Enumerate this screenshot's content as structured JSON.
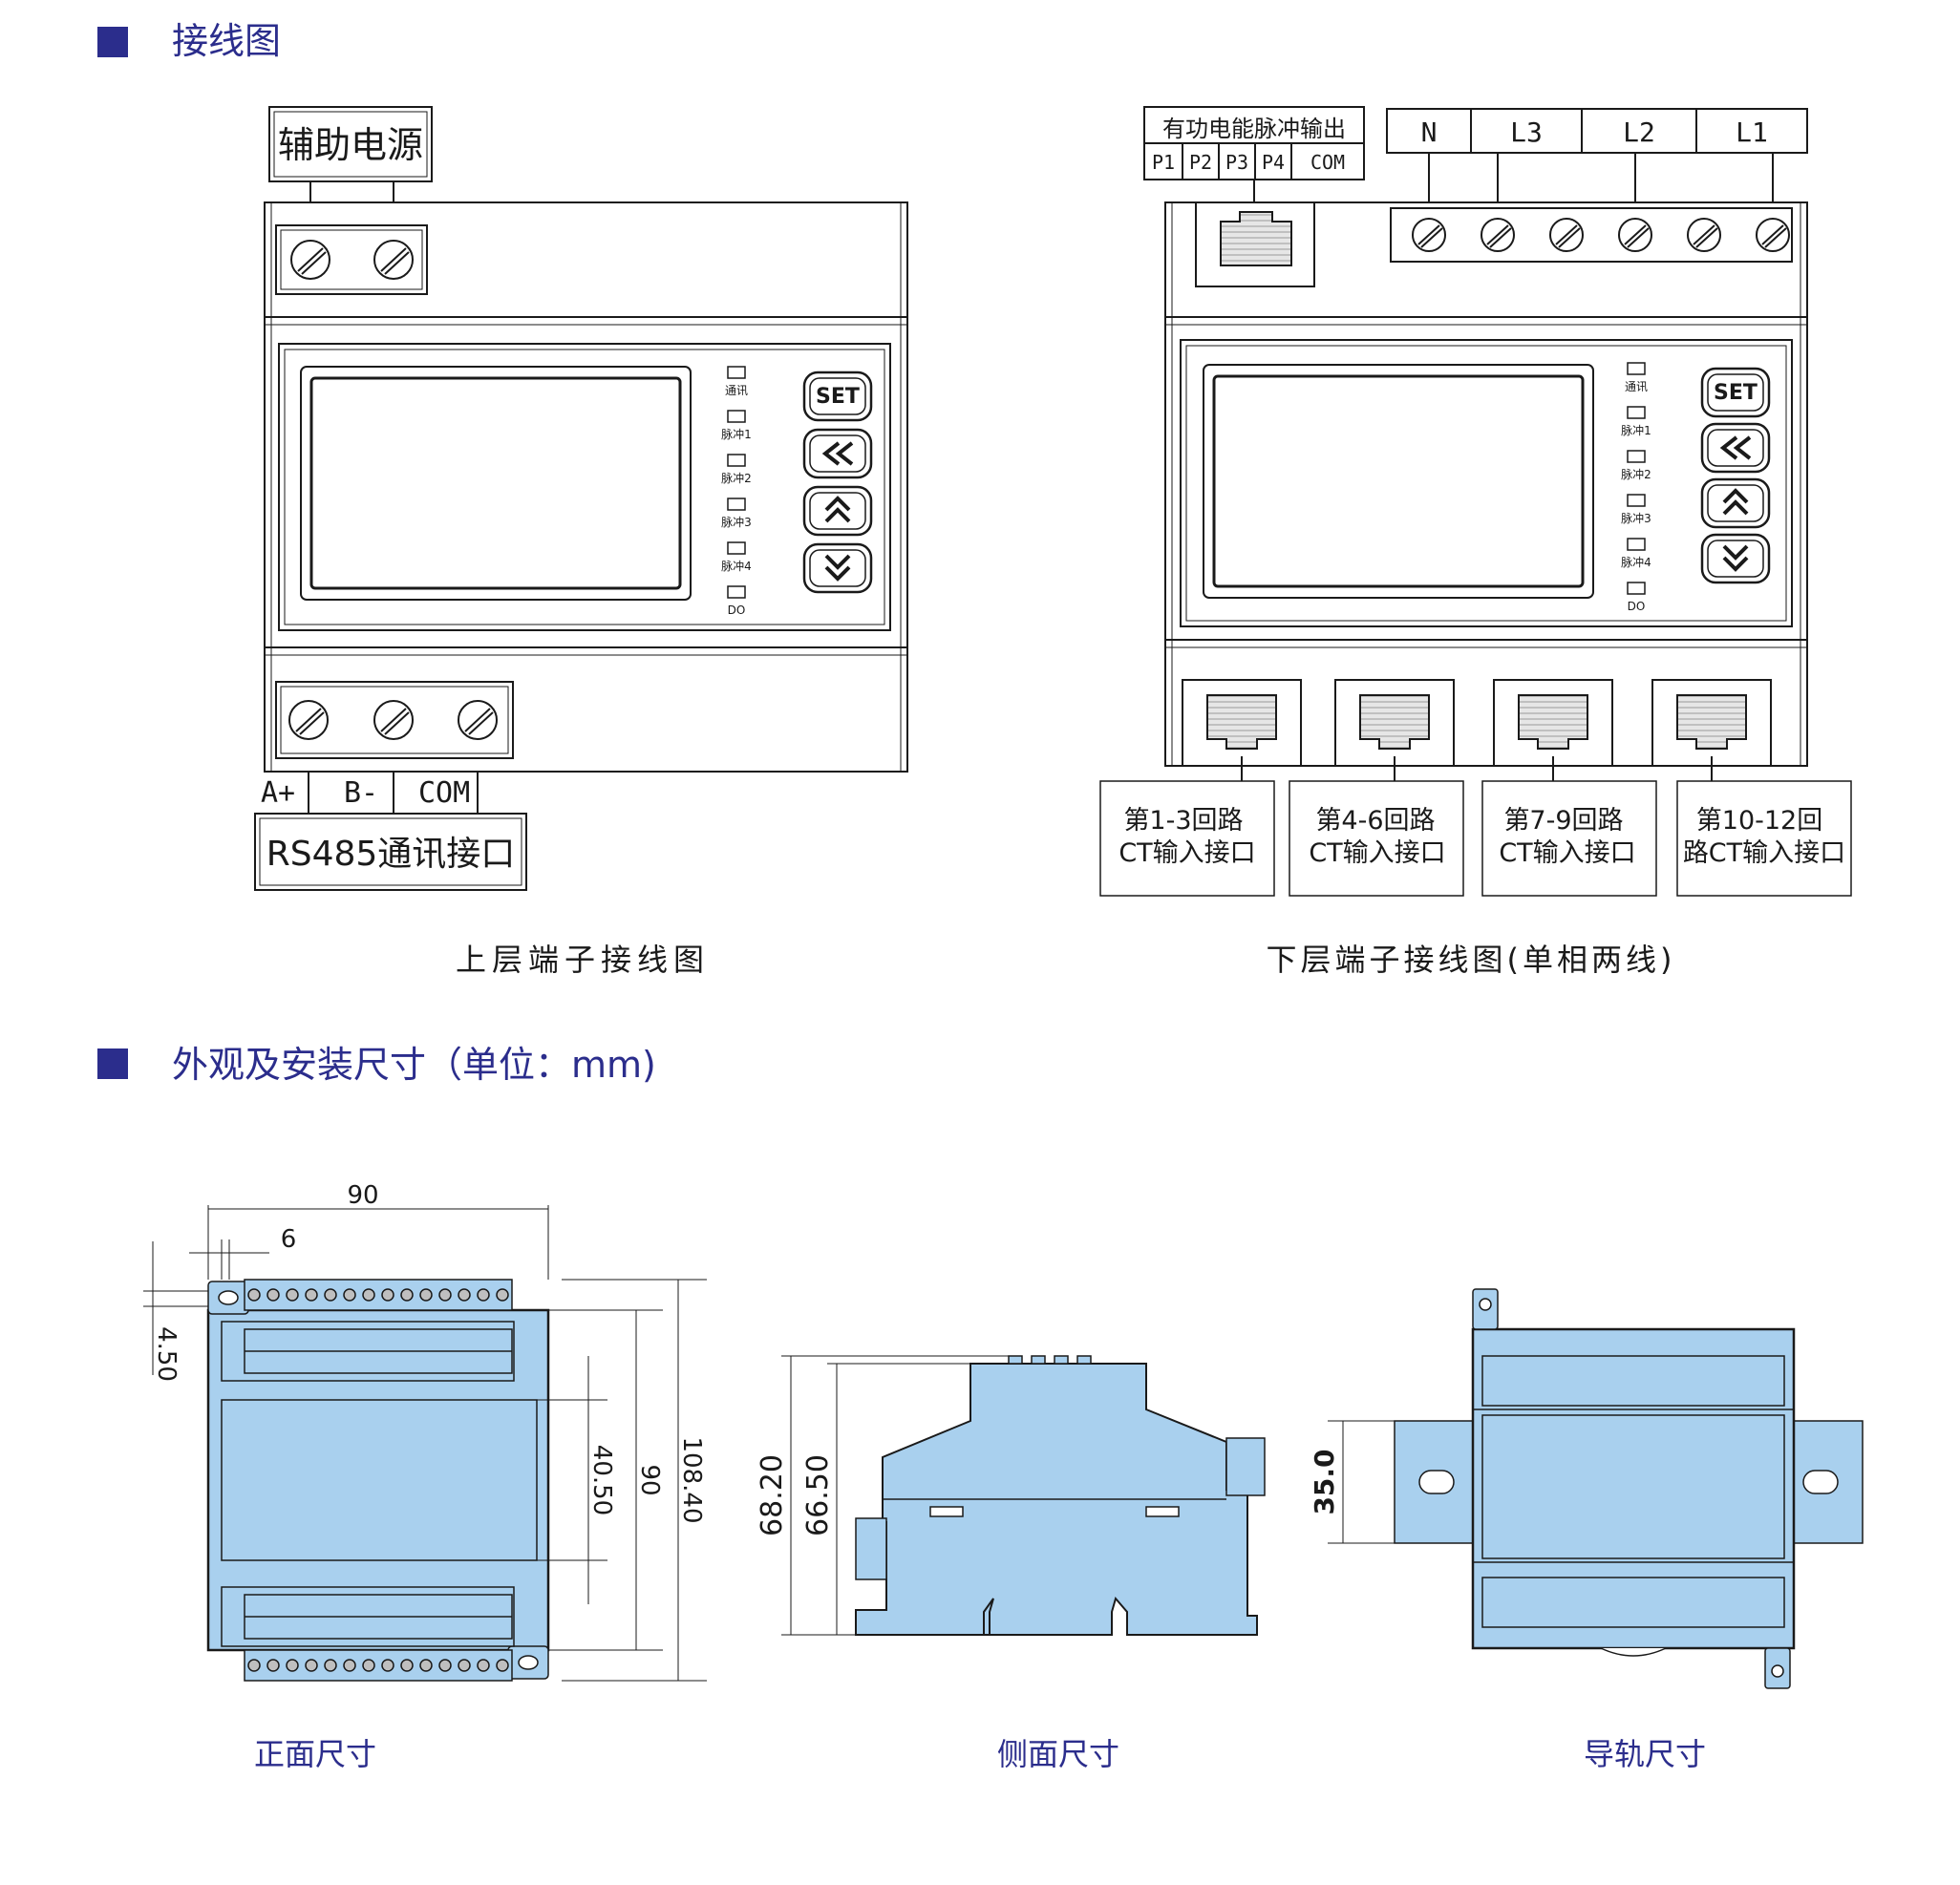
{
  "sections": {
    "wiring": {
      "title": "接线图"
    },
    "dimensions": {
      "title": "外观及安装尺寸（单位：mm)"
    }
  },
  "colors": {
    "accent": "#2b2d8c",
    "device_fill": "#a9d0ee",
    "line": "#1a1a1a"
  },
  "upper_diagram": {
    "caption": "上层端子接线图",
    "aux_power_label": "辅助电源",
    "rs485_label": "RS485通讯接口",
    "rs485_terminals": [
      "A+",
      "B-",
      "COM"
    ],
    "buttons": [
      "SET",
      "«",
      "⌃",
      "⌄"
    ],
    "leds": [
      "通讯",
      "脉冲1",
      "脉冲2",
      "脉冲3",
      "脉冲4",
      "DO"
    ]
  },
  "lower_diagram": {
    "caption": "下层端子接线图(单相两线)",
    "pulse_header": "有功电能脉冲输出",
    "pulse_terminals": [
      "P1",
      "P2",
      "P3",
      "P4",
      "COM"
    ],
    "voltage_terminals": [
      "N",
      "L3",
      "L2",
      "L1"
    ],
    "buttons": [
      "SET",
      "«",
      "⌃",
      "⌄"
    ],
    "leds": [
      "通讯",
      "脉冲1",
      "脉冲2",
      "脉冲3",
      "脉冲4",
      "DO"
    ],
    "ct_ports": [
      {
        "line1": "第1-3回路",
        "line2": "CT输入接口"
      },
      {
        "line1": "第4-6回路",
        "line2": "CT输入接口"
      },
      {
        "line1": "第7-9回路",
        "line2": "CT输入接口"
      },
      {
        "line1": "第10-12回",
        "line2": "路CT输入接口"
      }
    ]
  },
  "front_view": {
    "caption": "正面尺寸",
    "dims": {
      "width": "90",
      "pitch": "6",
      "edge": "4.50",
      "window": "40.50",
      "body": "90",
      "total": "108.40"
    }
  },
  "side_view": {
    "caption": "侧面尺寸",
    "dims": {
      "total": "68.20",
      "body": "66.50"
    }
  },
  "rail_view": {
    "caption": "导轨尺寸",
    "dims": {
      "rail": "35.0"
    }
  }
}
